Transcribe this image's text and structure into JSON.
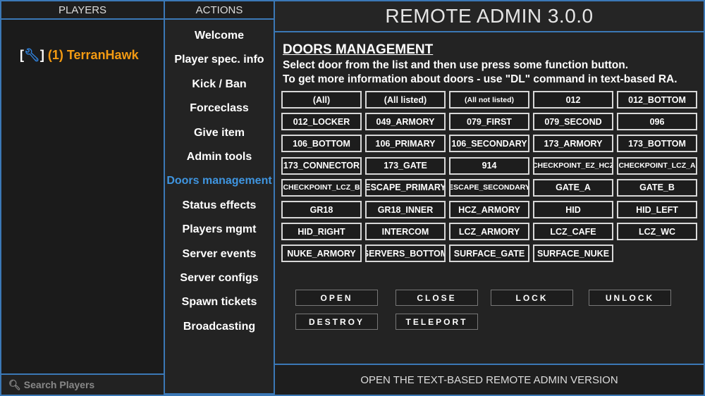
{
  "players": {
    "header": "PLAYERS",
    "list": [
      {
        "prefix_open": "[",
        "prefix_close": "]",
        "icon": "wrench-icon",
        "label": "(1) TerranHawk",
        "color": "#f39a12"
      }
    ],
    "search_placeholder": "Search Players"
  },
  "actions": {
    "header": "ACTIONS",
    "items": [
      "Welcome",
      "Player spec. info",
      "Kick / Ban",
      "Forceclass",
      "Give item",
      "Admin tools",
      "Doors management",
      "Status effects",
      "Players mgmt",
      "Server events",
      "Server configs",
      "Spawn tickets",
      "Broadcasting"
    ],
    "active": "Doors management",
    "active_color": "#3f95e0"
  },
  "title": "REMOTE ADMIN 3.0.0",
  "doors": {
    "heading": "DOORS MANAGEMENT",
    "desc1": "Select door from the list and then use press some function button.",
    "desc2": "To get more information about doors - use \"DL\" command in text-based RA.",
    "list": [
      "(All)",
      "(All listed)",
      "(All not listed)",
      "012",
      "012_BOTTOM",
      "012_LOCKER",
      "049_ARMORY",
      "079_FIRST",
      "079_SECOND",
      "096",
      "106_BOTTOM",
      "106_PRIMARY",
      "106_SECONDARY",
      "173_ARMORY",
      "173_BOTTOM",
      "173_CONNECTOR",
      "173_GATE",
      "914",
      "CHECKPOINT_EZ_HCZ",
      "CHECKPOINT_LCZ_A",
      "CHECKPOINT_LCZ_B",
      "ESCAPE_PRIMARY",
      "ESCAPE_SECONDARY",
      "GATE_A",
      "GATE_B",
      "GR18",
      "GR18_INNER",
      "HCZ_ARMORY",
      "HID",
      "HID_LEFT",
      "HID_RIGHT",
      "INTERCOM",
      "LCZ_ARMORY",
      "LCZ_CAFE",
      "LCZ_WC",
      "NUKE_ARMORY",
      "SERVERS_BOTTOM",
      "SURFACE_GATE",
      "SURFACE_NUKE"
    ],
    "functions": [
      "OPEN",
      "CLOSE",
      "LOCK",
      "UNLOCK",
      "DESTROY",
      "TELEPORT"
    ]
  },
  "footer": "OPEN THE TEXT-BASED REMOTE ADMIN VERSION"
}
